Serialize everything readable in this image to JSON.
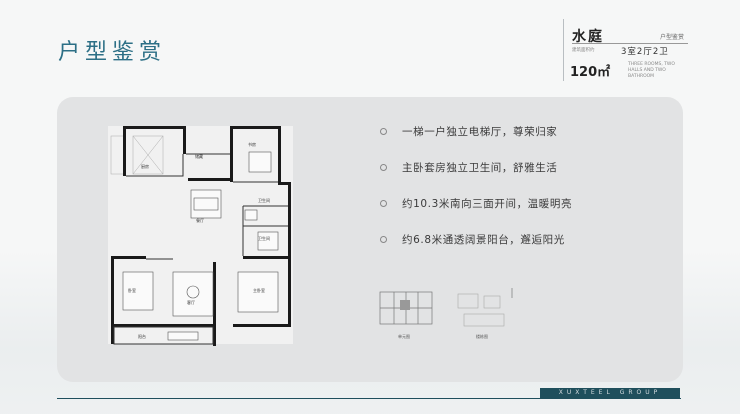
{
  "page": {
    "title": "户型鉴赏"
  },
  "project": {
    "name": "水庭",
    "subtitle": "户型鉴赏",
    "tiny_label": "建筑面积约",
    "rooms": "3室2厅2卫",
    "area": "120㎡",
    "description": "THREE ROOMS, TWO HALLS AND TWO BATHROOM"
  },
  "features": [
    "一梯一户独立电梯厅，尊荣归家",
    "主卧套房独立卫生间，舒雅生活",
    "约10.3米南向三面开间，温暖明亮",
    "约6.8米通透阔景阳台，邂逅阳光"
  ],
  "floorplan": {
    "rooms": {
      "kitchen": "厨房",
      "storage": "储藏",
      "study": "书房",
      "dining": "餐厅",
      "bath1": "卫生间",
      "bath2": "卫生间",
      "bedroom": "卧室",
      "living": "客厅",
      "master": "主卧室",
      "balcony": "阳台"
    }
  },
  "keyplan": {
    "unit_label": "单元图",
    "site_label": "楼栋图"
  },
  "footer": {
    "brand": "XUXTEEL GROUP"
  },
  "colors": {
    "title": "#2c6f86",
    "panel": "#e2e3e4",
    "footer": "#1f4f5c"
  }
}
